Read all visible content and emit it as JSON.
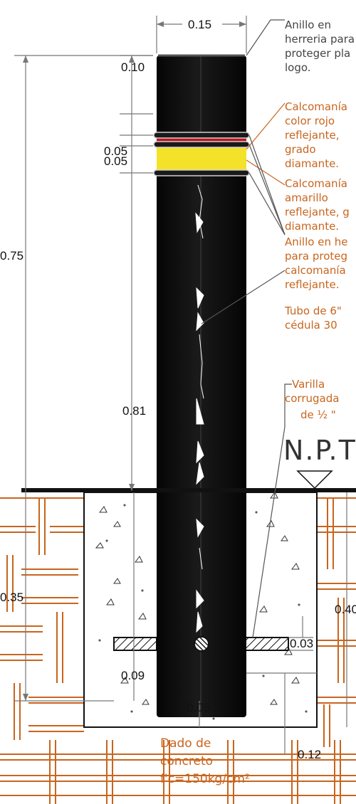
{
  "dimensions": {
    "top_width": "0.15",
    "ring_height": "0.10",
    "red_height": "0.05",
    "yellow_height": "0.05",
    "above_grade": "0.75",
    "tube_exposed": "0.81",
    "below_grade": "0.35",
    "embed_depth": "0.40",
    "rebar_dim": "0.03",
    "bottom_cover": "0.09",
    "base_gap": "0.05",
    "side_offset": "0.12"
  },
  "notes": {
    "ring_logo": [
      "Anillo en",
      "herreria para",
      "proteger pla",
      "logo."
    ],
    "red_decal": [
      "Calcomanía",
      "color rojo",
      "reflejante,",
      "grado",
      "diamante."
    ],
    "yellow_decal": [
      "Calcomanía",
      "amarillo",
      "reflejante, g",
      "diamante."
    ],
    "ring_decal": [
      "Anillo en he",
      "para proteg",
      "calcomanía",
      "reflejante."
    ],
    "tube": [
      "Tubo de 6\"",
      "cédula 30"
    ],
    "rebar": [
      "Varilla",
      "corrugada",
      "de ½ \""
    ],
    "floor_level": "N.P.T",
    "concrete": [
      "Dado  de",
      "concreto",
      "f'c=150kg/cm²"
    ]
  },
  "colors": {
    "tube": "#0b0b0b",
    "red_band": "#c1121b",
    "yellow_band": "#f4e22a",
    "soil": "#c8651e",
    "leader": "#555555",
    "orange_leader": "#c8651e"
  }
}
